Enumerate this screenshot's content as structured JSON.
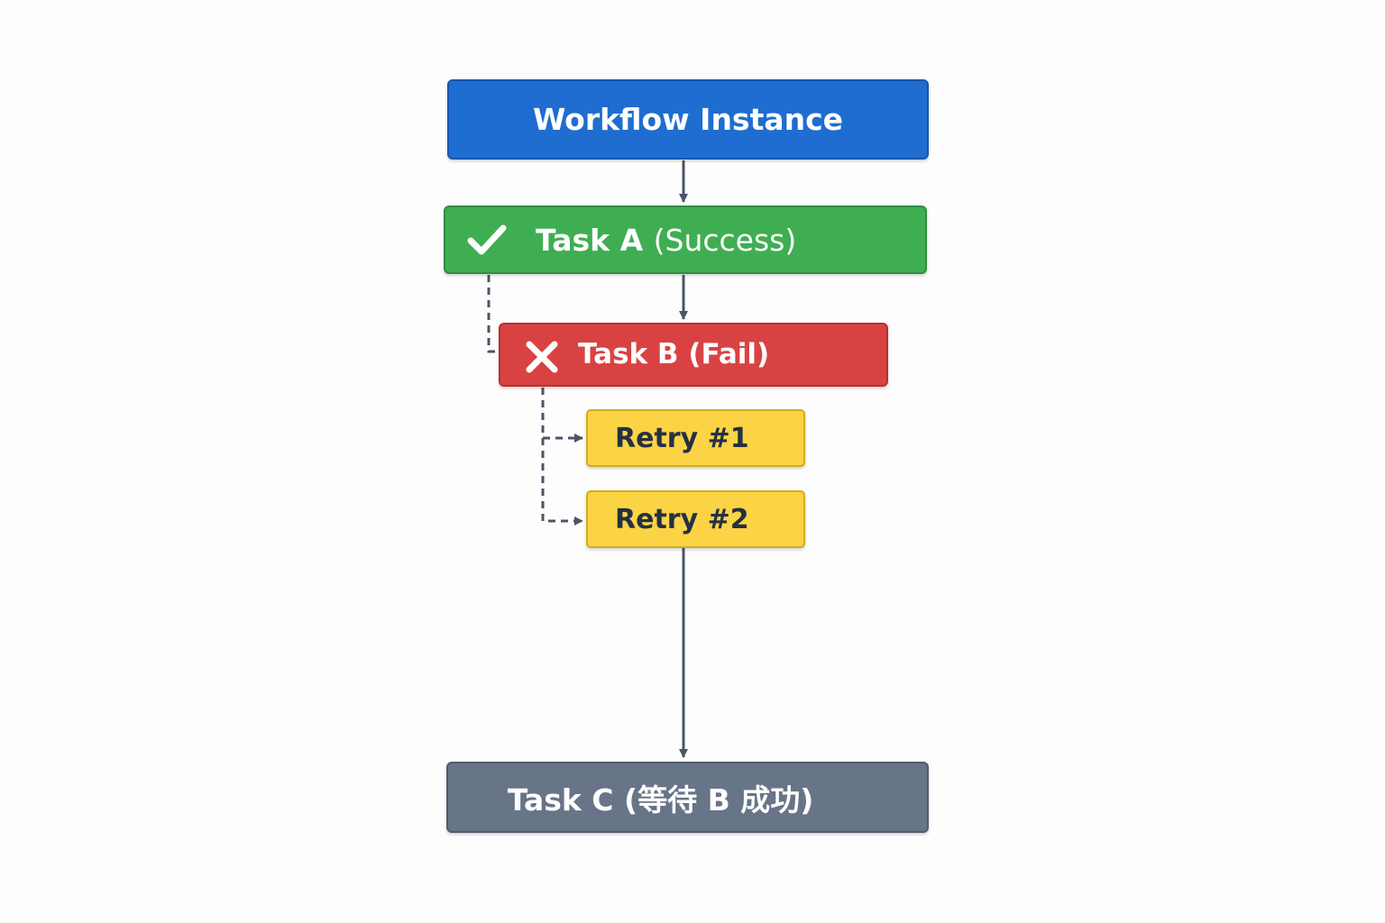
{
  "nodes": {
    "workflow": {
      "label": "Workflow Instance"
    },
    "task_a": {
      "name": "Task A",
      "status": "(Success)",
      "icon": "checkmark-icon"
    },
    "task_b": {
      "label": "Task B (Fail)",
      "icon": "x-icon"
    },
    "retry_1": {
      "label": "Retry #1"
    },
    "retry_2": {
      "label": "Retry #2"
    },
    "task_c": {
      "label": "Task C (等待 B 成功)"
    }
  },
  "colors": {
    "workflow": "#1f6dd0",
    "success": "#3fae52",
    "fail": "#d94242",
    "retry": "#fbd445",
    "pending": "#687487",
    "connector": "#4b5567"
  }
}
